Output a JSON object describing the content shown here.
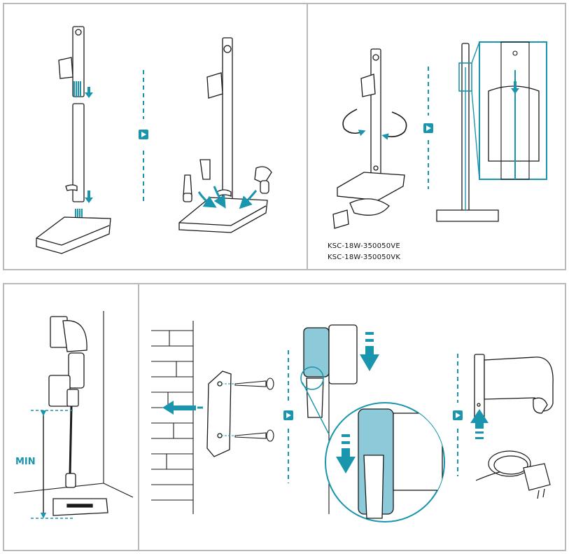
{
  "models": [
    "KSC-18W-350050VE",
    "KSC-18W-350050VK"
  ],
  "height_label": "MIN",
  "colors": {
    "accent": "#1996ad",
    "accent_fill": "#8cc9d9",
    "line": "#1a1a1a",
    "panel_border": "#b9b9b9",
    "step_arrow": "#1996ad"
  },
  "icons": [
    "step-arrow-icon",
    "down-arrow-icon",
    "up-arrow-icon",
    "left-arrow-icon",
    "rotate-arrow-icon",
    "screw-icon",
    "charger-icon"
  ]
}
